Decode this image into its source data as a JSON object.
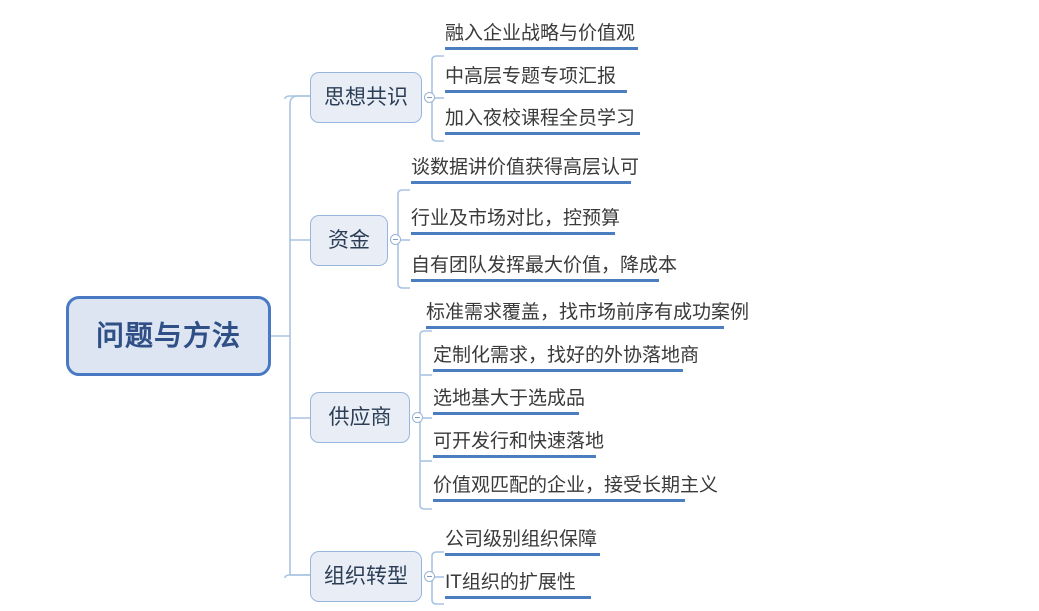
{
  "diagram": {
    "type": "mind-map",
    "title": "问题与方法",
    "colors": {
      "root_fill": "#dde5f2",
      "root_border": "#4a79c4",
      "root_text": "#2f4f86",
      "branch_fill": "#e9eef6",
      "branch_border": "#97b6dd",
      "branch_text": "#2c3e56",
      "leaf_underline": "#4a7ec0",
      "leaf_text": "#3a3a3a",
      "connector": "#aac4e2",
      "background": "#ffffff"
    }
  },
  "root": {
    "label": "问题与方法"
  },
  "branches": [
    {
      "label": "思想共识",
      "toggle": "collapse-toggle",
      "leaves": [
        {
          "label": "融入企业战略与价值观"
        },
        {
          "label": "中高层专题专项汇报"
        },
        {
          "label": "加入夜校课程全员学习"
        }
      ]
    },
    {
      "label": "资金",
      "toggle": "collapse-toggle",
      "leaves": [
        {
          "label": "谈数据讲价值获得高层认可"
        },
        {
          "label": "行业及市场对比，控预算"
        },
        {
          "label": "自有团队发挥最大价值，降成本"
        }
      ]
    },
    {
      "label": "供应商",
      "toggle": "collapse-toggle",
      "leaves": [
        {
          "label": "标准需求覆盖，找市场前序有成功案例"
        },
        {
          "label": "定制化需求，找好的外协落地商"
        },
        {
          "label": "选地基大于选成品"
        },
        {
          "label": "可开发行和快速落地"
        },
        {
          "label": "价值观匹配的企业，接受长期主义"
        }
      ]
    },
    {
      "label": "组织转型",
      "toggle": "collapse-toggle",
      "leaves": [
        {
          "label": "公司级别组织保障"
        },
        {
          "label": "IT组织的扩展性"
        }
      ]
    }
  ]
}
